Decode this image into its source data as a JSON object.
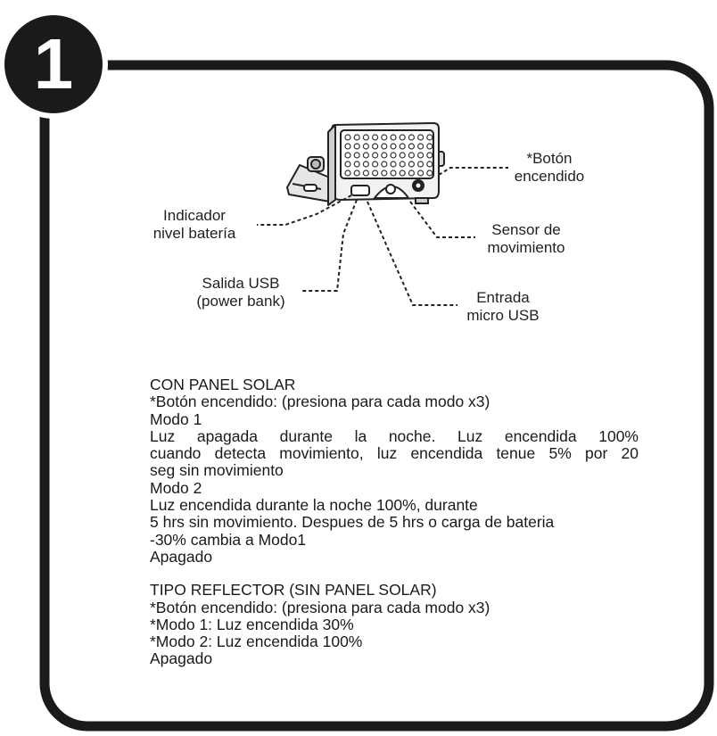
{
  "step_number": "1",
  "diagram": {
    "labels": {
      "power_button": [
        "*Botón",
        "encendido"
      ],
      "battery_indicator": [
        "Indicador",
        "nivel batería"
      ],
      "motion_sensor": [
        "Sensor de",
        "movimiento"
      ],
      "usb_output": [
        "Salida USB",
        "(power bank)"
      ],
      "micro_usb_input": [
        "Entrada",
        "micro USB"
      ]
    }
  },
  "instructions": {
    "solar": {
      "heading": "CON PANEL SOLAR",
      "button_note": "*Botón encendido: (presiona para cada modo x3)",
      "mode1_title": "Modo 1",
      "mode1_desc_line1": "Luz apagada durante la noche. Luz encendida 100%",
      "mode1_desc_line2": "cuando detecta movimiento, luz encendida tenue 5% por 20",
      "mode1_desc_line3": "seg sin movimiento",
      "mode2_title": "Modo 2",
      "mode2_desc_line1": "Luz encendida durante la noche 100%, durante",
      "mode2_desc_line2": "5 hrs sin movimiento. Despues de 5 hrs o carga de bateria",
      "mode2_desc_line3": "-30% cambia a Modo1",
      "off": "Apagado"
    },
    "reflector": {
      "heading": "TIPO REFLECTOR (SIN PANEL SOLAR)",
      "button_note": "*Botón encendido: (presiona para cada modo x3)",
      "mode1": "*Modo 1: Luz encendida 30%",
      "mode2": "*Modo 2: Luz encendida  100%",
      "off": "Apagado"
    }
  }
}
